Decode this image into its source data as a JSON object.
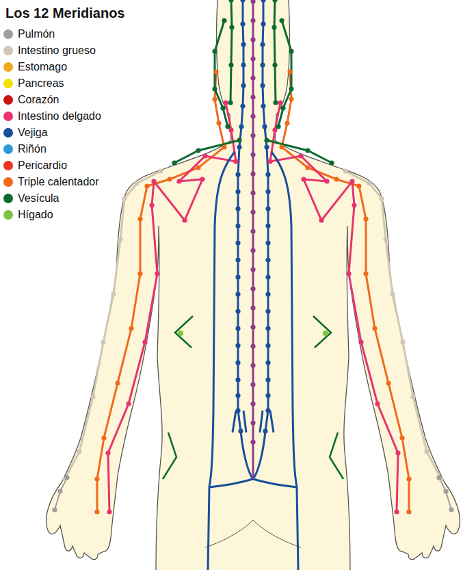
{
  "diagram": {
    "title": "Los 12 Meridianos",
    "legend": [
      {
        "text": "Pulmón",
        "color": "#9e9e9e"
      },
      {
        "text": "Intestino grueso",
        "color": "#cfc7b3"
      },
      {
        "text": "Estomago",
        "color": "#f5a623"
      },
      {
        "text": "Pancreas",
        "color": "#f2e400"
      },
      {
        "text": "Corazón",
        "color": "#cc1414"
      },
      {
        "text": "Intestino delgado",
        "color": "#e8336e"
      },
      {
        "text": "Vejiga",
        "color": "#1a4f9c"
      },
      {
        "text": "Riñón",
        "color": "#2a9ad8"
      },
      {
        "text": "Pericardio",
        "color": "#ee3322"
      },
      {
        "text": "Triple calentador",
        "color": "#f06a1c"
      },
      {
        "text": "Vesícula",
        "color": "#0b6b2e"
      },
      {
        "text": "Hígado",
        "color": "#7fc241"
      }
    ]
  }
}
